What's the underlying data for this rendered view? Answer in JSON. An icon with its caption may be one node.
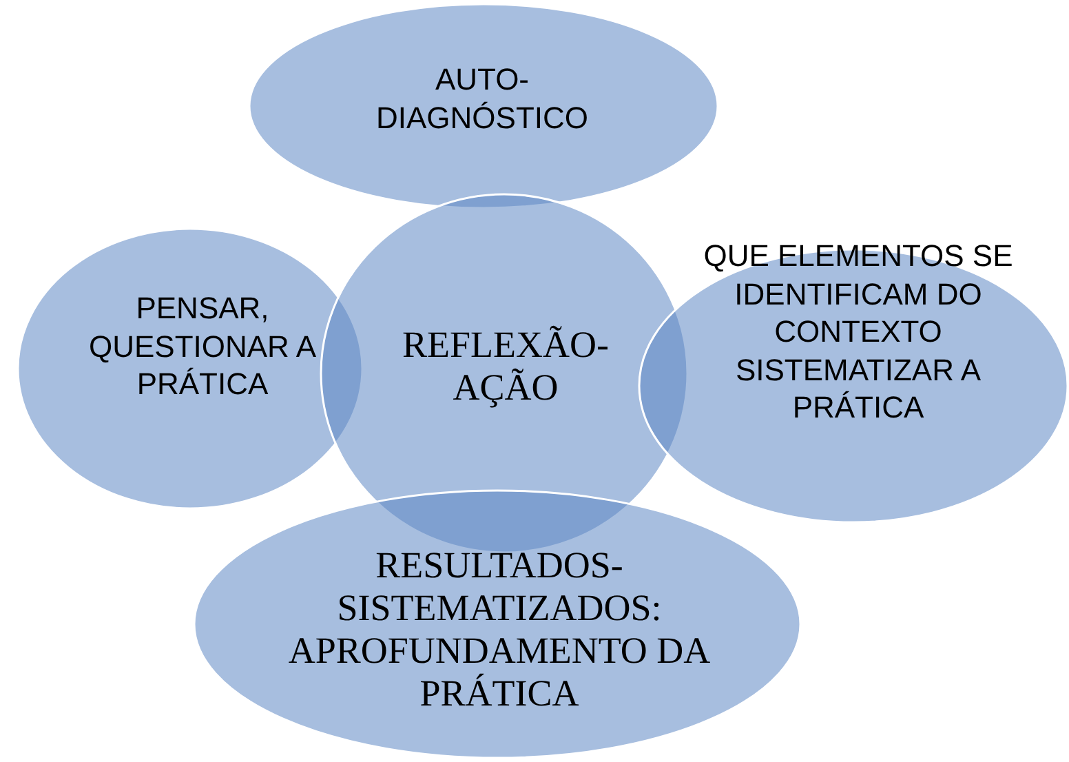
{
  "diagram": {
    "nodes": [
      {
        "text": [
          "AUTO- DIAGNÓSTICO"
        ]
      },
      {
        "text": [
          "PENSAR, QUESTIONAR A PRÁTICA"
        ]
      },
      {
        "text": [
          "REFLEXÃO- AÇÃO"
        ]
      },
      {
        "text": [
          "QUE ELEMENTOS SE IDENTIFICAM DO CONTEXTO SISTEMATIZAR A PRÁTICA"
        ]
      },
      {
        "text": [
          "RESULTADOS- SISTEMATIZADOS: APROFUNDAMENTO DA PRÁTICA"
        ]
      }
    ],
    "edges": []
  }
}
